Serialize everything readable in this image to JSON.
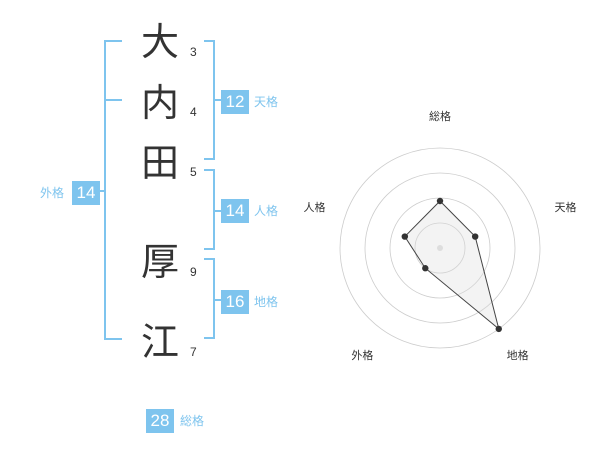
{
  "name": {
    "chars": [
      {
        "char": "大",
        "strokes": "3"
      },
      {
        "char": "内",
        "strokes": "4"
      },
      {
        "char": "田",
        "strokes": "5"
      },
      {
        "char": "厚",
        "strokes": "9"
      },
      {
        "char": "江",
        "strokes": "7"
      }
    ]
  },
  "fortune": {
    "tenkaku": {
      "value": "12",
      "label": "天格"
    },
    "jinkaku": {
      "value": "14",
      "label": "人格"
    },
    "chikaku": {
      "value": "16",
      "label": "地格"
    },
    "gaikaku": {
      "value": "14",
      "label": "外格"
    },
    "soukaku": {
      "value": "28",
      "label": "総格"
    }
  },
  "colors": {
    "accent": "#7ec4ee",
    "text": "#333333",
    "grid": "#cccccc"
  },
  "chart_data": {
    "type": "radar",
    "axes": [
      "総格",
      "天格",
      "地格",
      "外格",
      "人格"
    ],
    "values": [
      0.47,
      0.37,
      1.0,
      0.25,
      0.37
    ],
    "range": [
      0,
      1
    ],
    "rings": 4
  }
}
